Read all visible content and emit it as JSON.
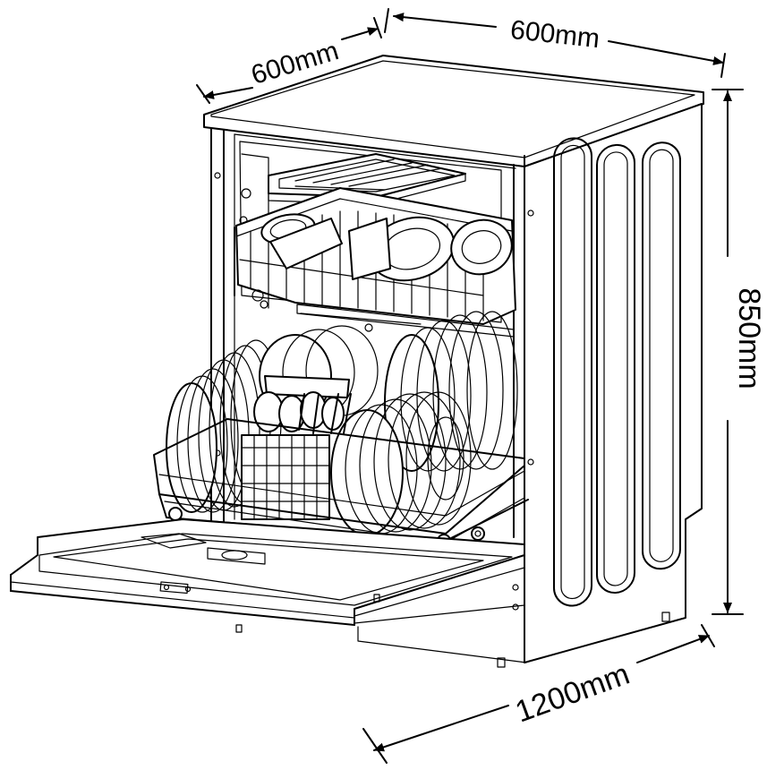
{
  "dimensions": {
    "depth_label": "600mm",
    "width_label": "600mm",
    "height_label": "850mm",
    "door_open_label": "1200mm"
  },
  "colors": {
    "line": "#000000",
    "background": "#ffffff"
  }
}
